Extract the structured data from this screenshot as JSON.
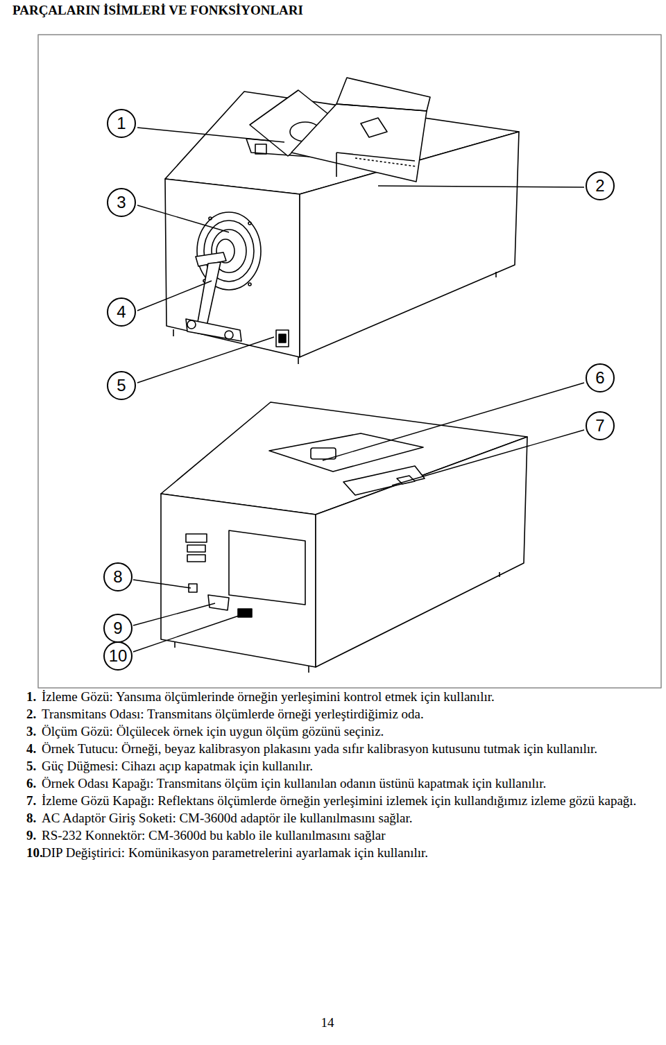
{
  "diagram": {
    "title": "PARÇALARIN İSİMLERİ VE FONKSİYONLARI",
    "nodes": [
      {
        "text": [
          "1"
        ]
      },
      {
        "text": [
          "2"
        ]
      },
      {
        "text": [
          "3"
        ]
      },
      {
        "text": [
          "4"
        ]
      },
      {
        "text": [
          "5"
        ]
      },
      {
        "text": [
          "6"
        ]
      },
      {
        "text": [
          "7"
        ]
      },
      {
        "text": [
          "8"
        ]
      },
      {
        "text": [
          "9"
        ]
      },
      {
        "text": [
          "10"
        ]
      }
    ],
    "labels": [
      "1.",
      "İzleme Gözü: Yansıma ölçümlerinde örneğin yerleşimini kontrol etmek için kullanılır.",
      "2.",
      "Transmitans Odası: Transmitans ölçümlerde örneği yerleştirdiğimiz oda.",
      "3.",
      "Ölçüm Gözü: Ölçülecek örnek için uygun ölçüm gözünü seçiniz.",
      "4.",
      "Örnek Tutucu: Örneği, beyaz kalibrasyon plakasını yada sıfır kalibrasyon kutusunu tutmak için kullanılır.",
      "5.",
      "Güç Düğmesi: Cihazı açıp kapatmak için kullanılır.",
      "6.",
      "Örnek Odası Kapağı: Transmitans ölçüm için kullanılan odanın üstünü kapatmak için kullanılır.",
      "7.",
      "İzleme Gözü Kapağı: Reflektans ölçümlerde örneğin yerleşimini izlemek için kullandığımız izleme gözü kapağı.",
      "8.",
      "AC Adaptör Giriş Soketi: CM-3600d adaptör ile kullanılmasını sağlar.",
      "9.",
      "RS-232 Konnektör: CM-3600d bu kablo ile kullanılmasını sağlar",
      "10.",
      "DIP Değiştirici: Komünikasyon parametrelerini ayarlamak için kullanılır.",
      "14"
    ]
  }
}
